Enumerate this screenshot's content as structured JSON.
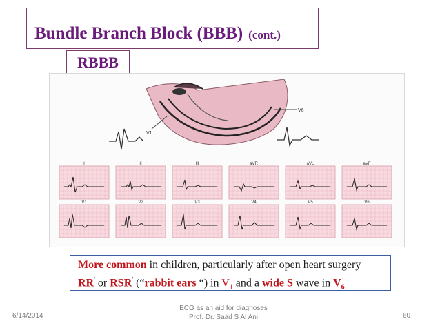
{
  "slide": {
    "title_main": "Bundle Branch Block (BBB)",
    "title_cont": "(cont.)",
    "label": "RBBB"
  },
  "figure": {
    "label_v1": "V1",
    "label_v6": "V6",
    "top_labels": [
      "I",
      "II",
      "III",
      "aVR",
      "aVL",
      "aVF"
    ],
    "bottom_labels": [
      "V1",
      "V2",
      "V3",
      "V4",
      "V5",
      "V6"
    ]
  },
  "caption": {
    "line1_red": "More common",
    "line1_rest": " in children, particularly after open heart surgery",
    "line2_rr": "RR",
    "line2_prime1": "'",
    "line2_or": " or ",
    "line2_rsr": "RSR",
    "line2_prime2": "'",
    "line2_open": " (“",
    "line2_rabbit": "rabbit ears",
    "line2_close": " “) in ",
    "line2_v": "V",
    "line2_sub1": "1",
    "line2_and": " and a ",
    "line2_wide": "wide S",
    "line2_wave": " wave in ",
    "line2_v6": "V",
    "line2_sub6": "6"
  },
  "footer": {
    "date": "6/14/2014",
    "center_line1": "ECG as an aid for diagnoses",
    "center_line2": "Prof. Dr. Saad S Al Ani",
    "page": "60"
  }
}
